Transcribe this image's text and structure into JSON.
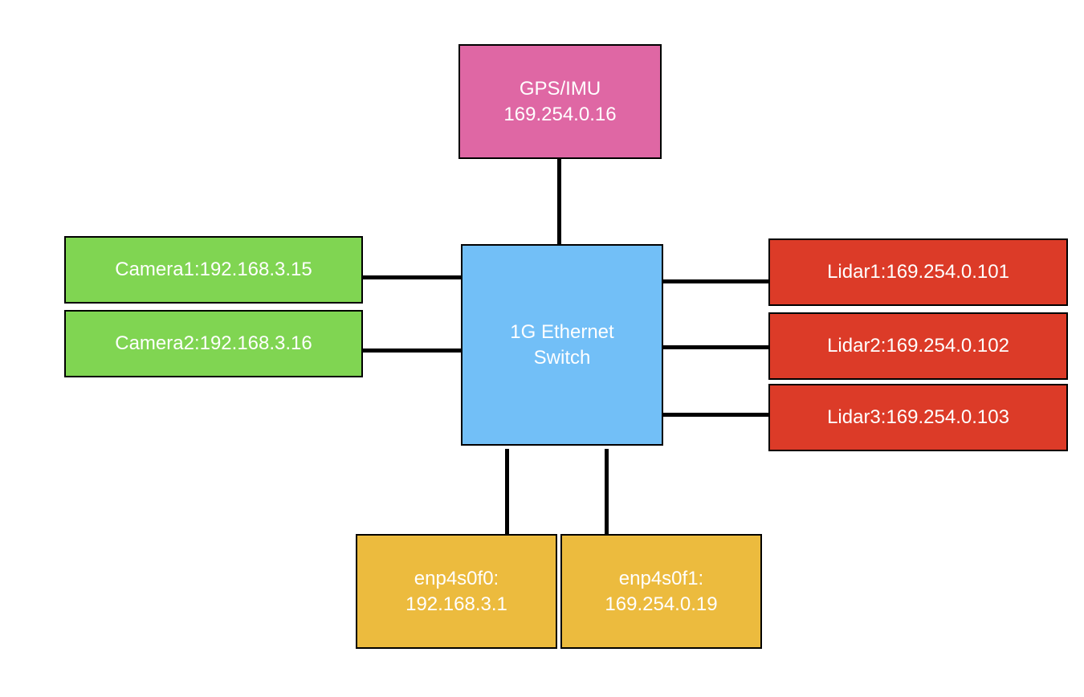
{
  "colors": {
    "gps": "#df67a4",
    "switch": "#72bff7",
    "camera": "#80d552",
    "lidar": "#dc3b28",
    "interface": "#ecbb3e",
    "line": "#000000"
  },
  "nodes": {
    "gps": {
      "line1": "GPS/IMU",
      "line2": "169.254.0.16"
    },
    "switch": {
      "line1": "1G Ethernet",
      "line2": "Switch"
    },
    "camera1": {
      "label": "Camera1:192.168.3.15"
    },
    "camera2": {
      "label": "Camera2:192.168.3.16"
    },
    "lidar1": {
      "label": "Lidar1:169.254.0.101"
    },
    "lidar2": {
      "label": "Lidar2:169.254.0.102"
    },
    "lidar3": {
      "label": "Lidar3:169.254.0.103"
    },
    "enp4s0f0": {
      "line1": "enp4s0f0:",
      "line2": "192.168.3.1"
    },
    "enp4s0f1": {
      "line1": "enp4s0f1:",
      "line2": "169.254.0.19"
    }
  }
}
